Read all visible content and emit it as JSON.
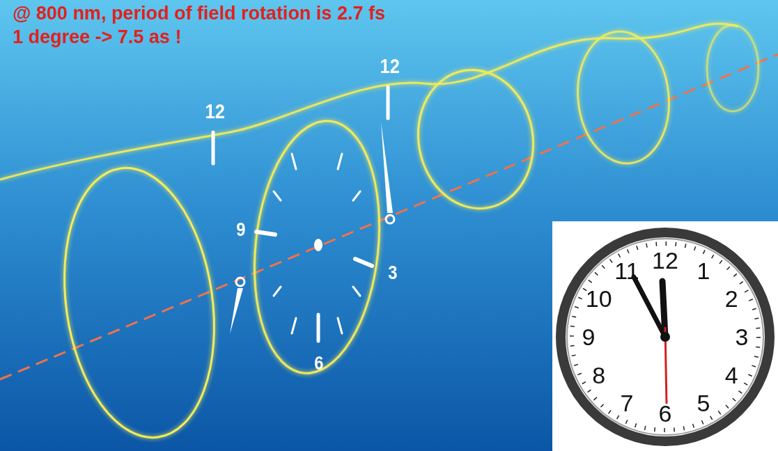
{
  "diagram": {
    "labels": [
      "@ 800 nm, period of field rotation is 2.7 fs",
      "1 degree -> 7.5 as !",
      "12",
      "12",
      "9",
      "3",
      "6",
      "12",
      "1",
      "2",
      "3",
      "4",
      "5",
      "6",
      "7",
      "8",
      "9",
      "10",
      "11"
    ]
  }
}
